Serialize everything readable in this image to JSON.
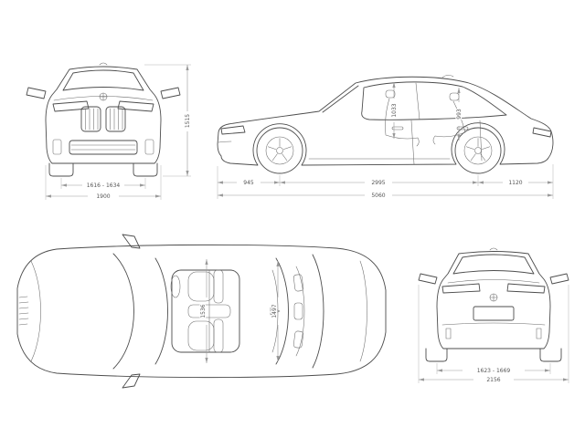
{
  "page": {
    "background": "#ffffff",
    "car_line_color": "#4d4d4d",
    "dimension_line_color": "#9a9a9a",
    "dimension_text_color": "#555555"
  },
  "front_view": {
    "dimensions": {
      "overall_height": "1515",
      "front_track": "1616 - 1634",
      "overall_width": "1900"
    }
  },
  "side_view": {
    "dimensions": {
      "front_interior_height": "1033",
      "rear_interior_height": "993",
      "front_overhang": "945",
      "wheelbase": "2995",
      "rear_overhang": "1120",
      "overall_length": "5060"
    }
  },
  "top_view": {
    "dimensions": {
      "front_interior_width": "1536",
      "rear_interior_width": "1497"
    }
  },
  "rear_view": {
    "dimensions": {
      "rear_track": "1623 - 1669",
      "overall_width_incl_mirrors": "2156"
    }
  }
}
